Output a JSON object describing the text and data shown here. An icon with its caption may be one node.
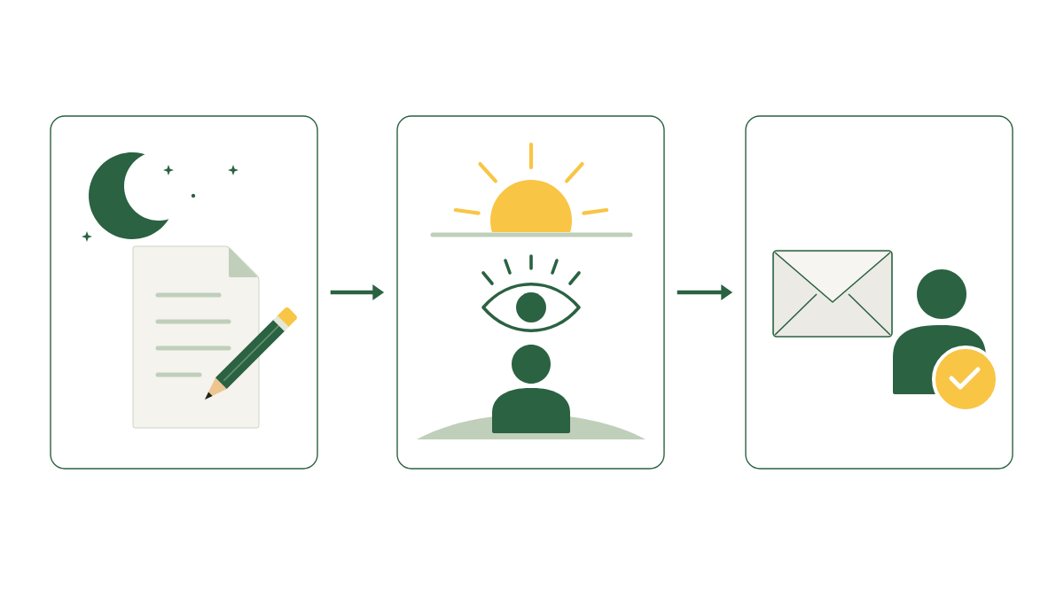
{
  "diagram": {
    "nodes": [
      {
        "text": [],
        "shape": "picture"
      },
      {
        "text": [],
        "shape": "picture"
      },
      {
        "text": [],
        "shape": "picture"
      }
    ],
    "edges": [
      {
        "from": 0,
        "to": 1,
        "arrow": "to"
      },
      {
        "from": 1,
        "to": 2,
        "arrow": "to"
      }
    ]
  }
}
